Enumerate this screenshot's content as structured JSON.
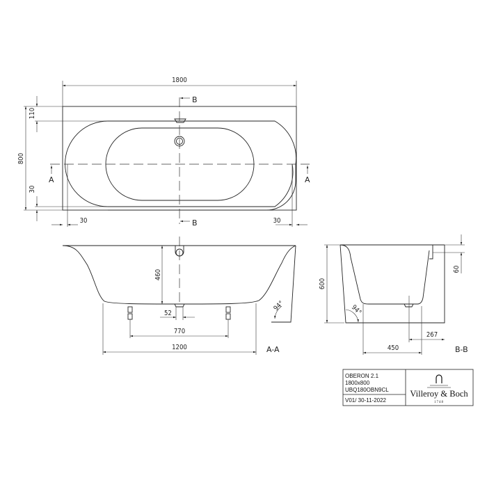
{
  "plan_view": {
    "width_label": "1800",
    "depth_label": "800",
    "rim_top_label": "110",
    "rim_bottom_label": "30",
    "left_offset_label": "30",
    "right_offset_label": "30",
    "section_a_marker": "A",
    "section_b_marker": "B"
  },
  "section_a": {
    "title": "A-A",
    "depth_label": "460",
    "drain_label": "52",
    "feet_spacing_label": "770",
    "bottom_length_label": "1200",
    "angle_label": "94°"
  },
  "section_b": {
    "title": "B-B",
    "height_label": "600",
    "rim_label": "60",
    "bottom_width_label": "450",
    "drain_offset_label": "267",
    "angle_label": "94°"
  },
  "title_block": {
    "product_name": "OBERON 2.1",
    "size": "1800x800",
    "article_code": "UBQ180OBN9CL",
    "version": "V01/ 30-11-2022",
    "brand": "Villeroy & Boch",
    "brand_year": "1748"
  }
}
